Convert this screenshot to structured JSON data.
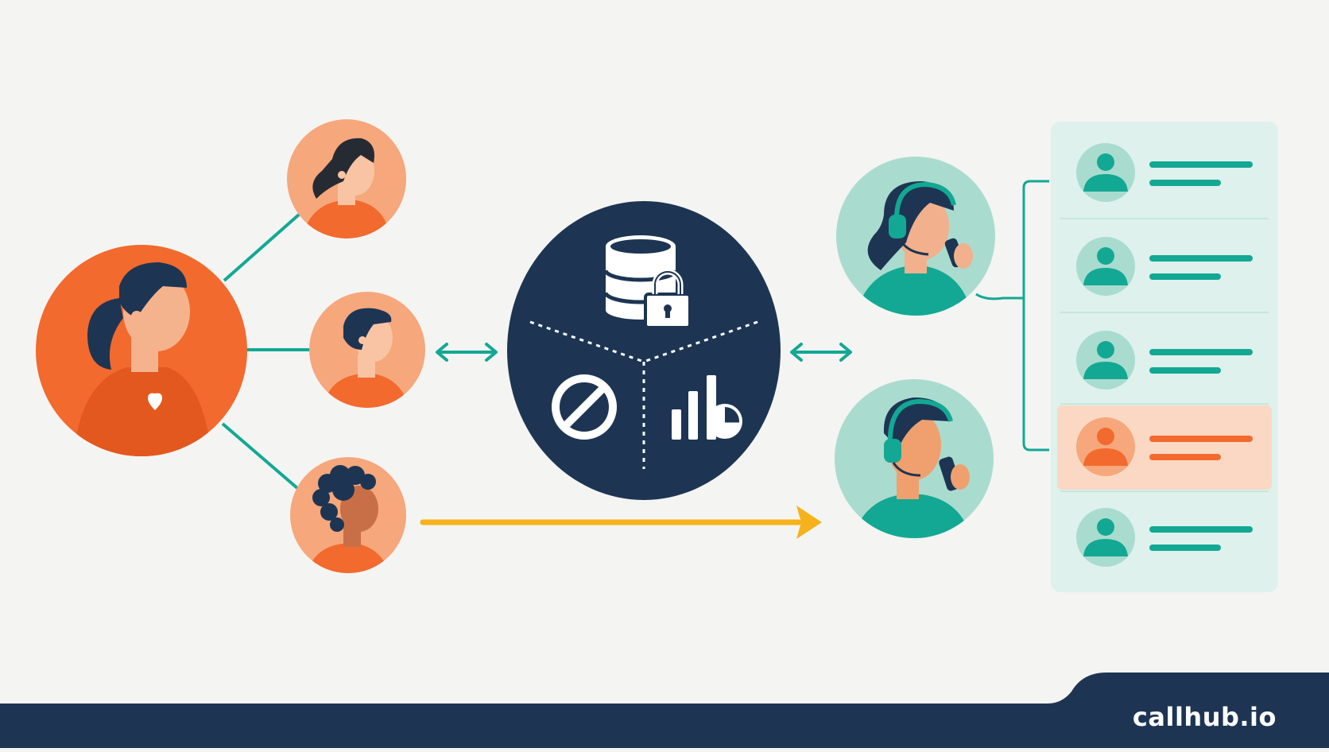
{
  "footer": {
    "brand": "callhub.io"
  },
  "colors": {
    "background": "#f4f4f3",
    "navy": "#1d3553",
    "orange": "#f26a2e",
    "peach": "#f6a77c",
    "teal": "#13a894",
    "mint": "#a9dccf",
    "panel": "#def1ec",
    "highlight": "#fbd8c3",
    "yellow": "#f6b21b"
  },
  "icons": [
    "volunteer-icon",
    "supporter-icon",
    "database-lock-icon",
    "blocked-icon",
    "analytics-icon",
    "agent-headset-icon",
    "user-icon",
    "arrow-icon"
  ],
  "contact_list": {
    "highlighted_row": 4,
    "rows": 5
  }
}
